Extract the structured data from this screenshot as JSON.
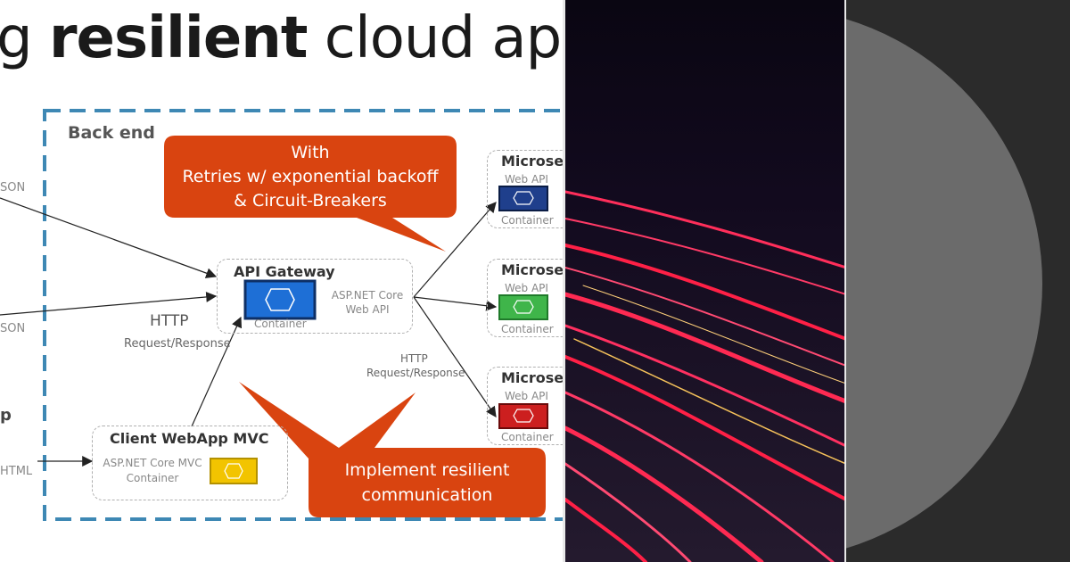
{
  "title": {
    "prefix": "g ",
    "bold": "resilient",
    "suffix": " cloud applic"
  },
  "backend_label": "Back end",
  "callout_top": {
    "line1": "With",
    "line2": "Retries w/ exponential backoff",
    "line3": "& Circuit-Breakers"
  },
  "callout_bottom": {
    "line1": "Implement resilient",
    "line2": "communication"
  },
  "api_gateway": {
    "title": "API Gateway",
    "line1": "ASP.NET Core",
    "line2": "Web API",
    "container": "Container"
  },
  "client_webapp": {
    "title": "Client WebApp MVC",
    "line1": "ASP.NET Core MVC",
    "line2": "Container"
  },
  "microservices": [
    {
      "title": "Microse",
      "sub": "Web API",
      "container": "Container",
      "color": "#1f3f8c"
    },
    {
      "title": "Microse",
      "sub": "Web API",
      "container": "Container",
      "color": "#3fb54a"
    },
    {
      "title": "Microse",
      "sub": "Web API",
      "container": "Container",
      "color": "#cc1f1f"
    }
  ],
  "labels": {
    "json1": "SON",
    "json2": "SON",
    "http": "HTTP",
    "req_resp": "Request/Response",
    "http2": "HTTP",
    "req_resp2": "Request/Response",
    "p": "p",
    "html": "HTML"
  },
  "colors": {
    "callout": "#d94410",
    "dashed_border": "#3e88b4",
    "gateway_hex": "#1e6fd6",
    "client_hex": "#f2c400"
  }
}
